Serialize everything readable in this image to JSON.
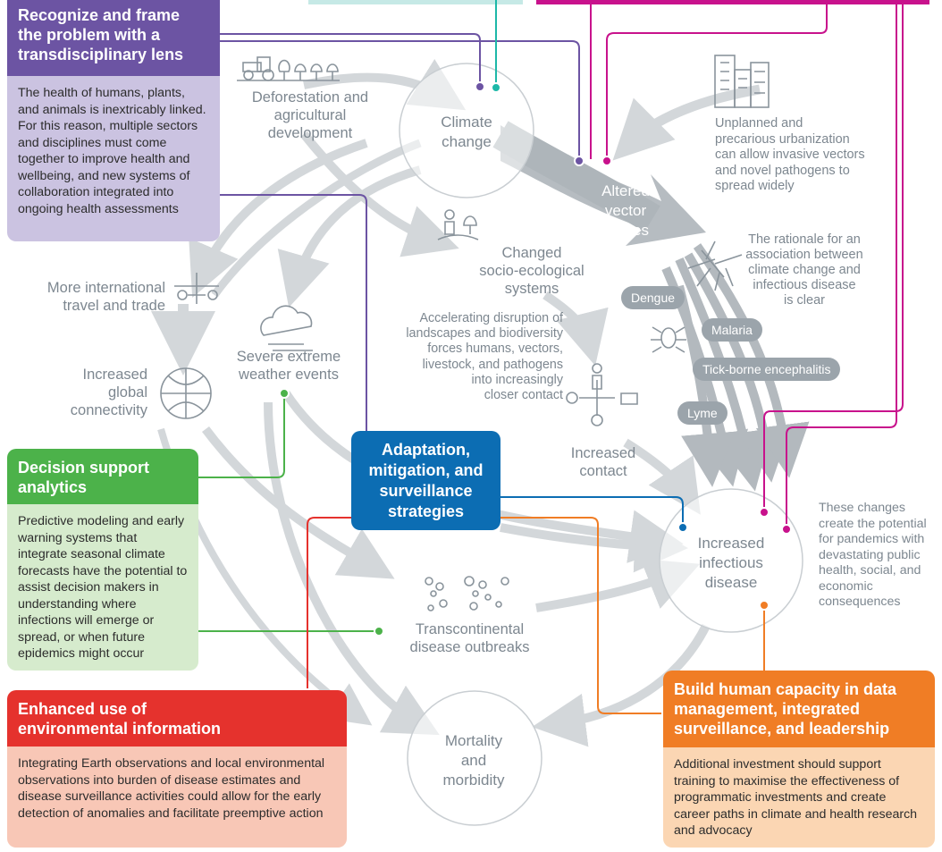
{
  "nodes": {
    "deforestation": "Deforestation and\nagricultural\ndevelopment",
    "climate_change": "Climate\nchange",
    "urbanization": "Unplanned and\nprecarious urbanization\ncan allow invasive vectors\nand novel pathogens to\nspread widely",
    "altered_vector": "Altered\nvector\nranges",
    "changed_socio": "Changed\nsocio-ecological\nsystems",
    "rationale": "The rationale for an\nassociation between\nclimate change and\ninfectious disease\nis clear",
    "international_travel": "More international\ntravel and trade",
    "severe_weather": "Severe extreme\nweather events",
    "accelerating": "Accelerating disruption of\nlandscapes and biodiversity\nforces humans, vectors,\nlivestock, and pathogens\ninto increasingly\ncloser contact",
    "global_connectivity": "Increased\nglobal\nconnectivity",
    "increased_contact": "Increased\ncontact",
    "increased_infectious": "Increased\ninfectious\ndisease",
    "these_changes": "These changes\ncreate the potential\nfor pandemics with\ndevastating public\nhealth, social, and\neconomic\nconsequences",
    "transcontinental": "Transcontinental\ndisease outbreaks",
    "mortality": "Mortality\nand\nmorbidity"
  },
  "diseases": [
    "Dengue",
    "Malaria",
    "Tick-borne encephalitis",
    "Lyme"
  ],
  "boxes": {
    "recognize": {
      "title": "Recognize and frame\nthe problem with a\ntransdisciplinary lens",
      "body": "The health of humans, plants, and animals is inextricably linked. For this reason, multiple sectors and disciplines must come together to improve health and wellbeing, and new systems of collaboration integrated into ongoing health assessments"
    },
    "decision": {
      "title": "Decision support\nanalytics",
      "body": "Predictive modeling and early warning systems that integrate seasonal climate forecasts have the potential to assist decision makers in understanding where infections will emerge or spread, or when future epidemics might occur"
    },
    "adaptation": {
      "title": "Adaptation,\nmitigation, and\nsurveillance\nstrategies"
    },
    "enhanced": {
      "title": "Enhanced use of\nenvironmental information",
      "body": "Integrating Earth observations and local environmental observations into burden of disease estimates and disease surveillance activities could allow for the early detection of anomalies and facilitate preemptive action"
    },
    "build": {
      "title": "Build human capacity in data\nmanagement, integrated\nsurveillance, and leadership",
      "body": "Additional investment should support training to maximise the effectiveness of programmatic investments and create career paths in climate and health research and advocacy"
    }
  },
  "colors": {
    "purple": "#6c54a3",
    "purple_light": "#cbc3e1",
    "green": "#4cb24a",
    "green_light": "#d6ebcd",
    "blue": "#0c6db3",
    "red": "#e5322d",
    "red_light": "#f8c7b6",
    "orange": "#f07d25",
    "orange_light": "#fbd6b3",
    "magenta": "#c8128c",
    "teal": "#1db8a8",
    "teal_light": "#c6e9e6",
    "gray_text": "#7d8790",
    "arrow_gray": "#d3d7da",
    "arrow_dark": "#aeb5ba"
  },
  "icons": [
    "tractor-icon",
    "tree-icon",
    "buildings-icon",
    "mosquito-icon",
    "tick-icon",
    "people-tree-icon",
    "airplane-icon",
    "cloud-storm-icon",
    "globe-icon",
    "contact-icon",
    "pathogen-icon"
  ]
}
